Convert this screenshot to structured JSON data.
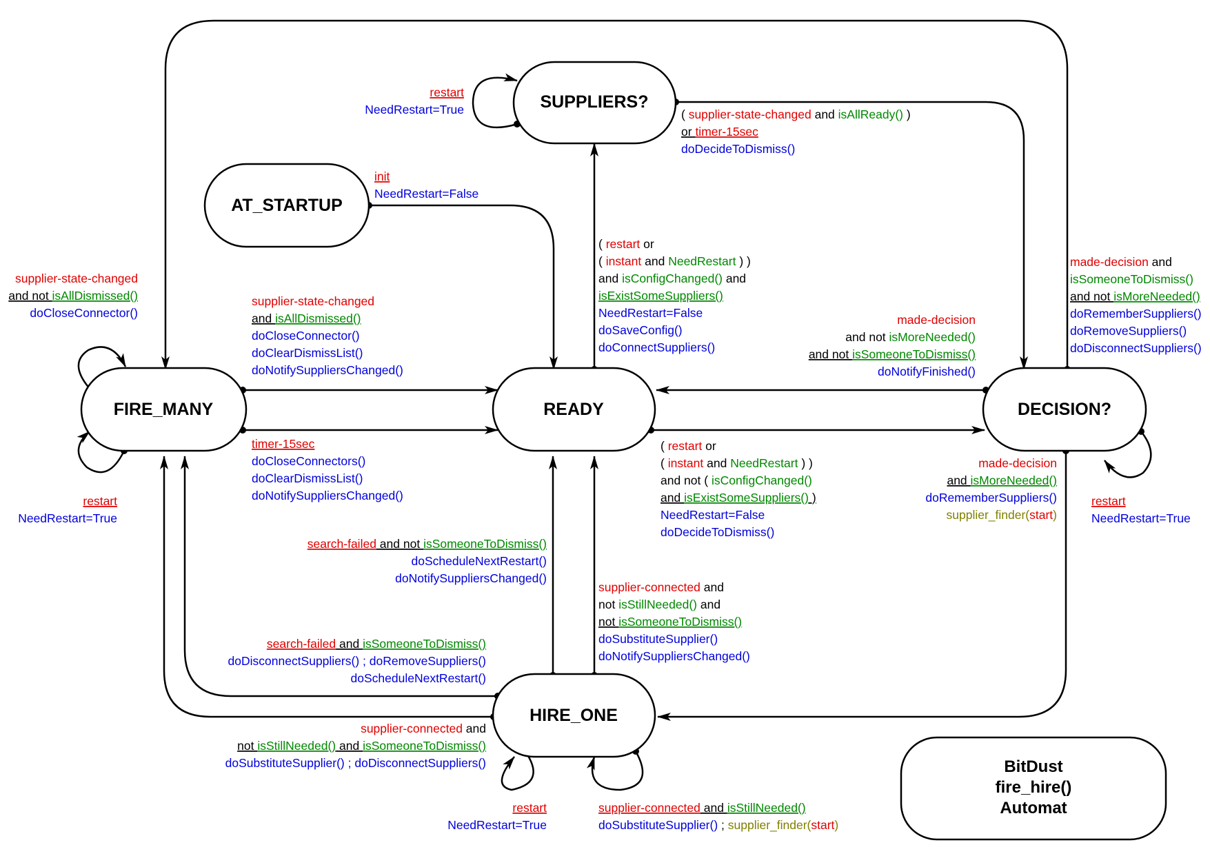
{
  "colors": {
    "event": "#e00000",
    "condition": "#008800",
    "action": "#0000dd",
    "plain": "#000000",
    "other": "#808000"
  },
  "states": {
    "suppliers": "SUPPLIERS?",
    "at_startup": "AT_STARTUP",
    "fire_many": "FIRE_MANY",
    "ready": "READY",
    "decision": "DECISION?",
    "hire_one": "HIRE_ONE"
  },
  "title_box": [
    "BitDust",
    "fire_hire()",
    "Automat"
  ],
  "labels": [
    {
      "id": "suppliers-self-loop",
      "align": "end",
      "lines": [
        [
          {
            "t": "restart",
            "c": "event",
            "u": true
          }
        ],
        [
          {
            "t": "NeedRestart=True",
            "c": "action"
          }
        ]
      ]
    },
    {
      "id": "suppliers-to-decision",
      "align": "start",
      "lines": [
        [
          {
            "t": "( ",
            "c": "plain"
          },
          {
            "t": "supplier-state-changed",
            "c": "event"
          },
          {
            "t": " and ",
            "c": "plain"
          },
          {
            "t": "isAllReady()",
            "c": "condition"
          },
          {
            "t": " )",
            "c": "plain"
          }
        ],
        [
          {
            "t": "or ",
            "c": "plain",
            "u": true
          },
          {
            "t": "timer-15sec",
            "c": "event",
            "u": true
          }
        ],
        [
          {
            "t": "doDecideToDismiss()",
            "c": "action"
          }
        ]
      ]
    },
    {
      "id": "startup-to-ready",
      "align": "start",
      "lines": [
        [
          {
            "t": "init",
            "c": "event",
            "u": true
          }
        ],
        [
          {
            "t": "NeedRestart=False",
            "c": "action"
          }
        ]
      ]
    },
    {
      "id": "ready-to-suppliers",
      "align": "start",
      "lines": [
        [
          {
            "t": "( ",
            "c": "plain"
          },
          {
            "t": "restart",
            "c": "event"
          },
          {
            "t": " or",
            "c": "plain"
          }
        ],
        [
          {
            "t": "( ",
            "c": "plain"
          },
          {
            "t": "instant",
            "c": "event"
          },
          {
            "t": " and ",
            "c": "plain"
          },
          {
            "t": "NeedRestart",
            "c": "condition"
          },
          {
            "t": " ) )",
            "c": "plain"
          }
        ],
        [
          {
            "t": "and ",
            "c": "plain"
          },
          {
            "t": "isConfigChanged()",
            "c": "condition"
          },
          {
            "t": " and",
            "c": "plain"
          }
        ],
        [
          {
            "t": "isExistSomeSuppliers()",
            "c": "condition",
            "u": true
          }
        ],
        [
          {
            "t": "NeedRestart=False",
            "c": "action"
          }
        ],
        [
          {
            "t": "doSaveConfig()",
            "c": "action"
          }
        ],
        [
          {
            "t": "doConnectSuppliers()",
            "c": "action"
          }
        ]
      ]
    },
    {
      "id": "fire-many-self-loop-top",
      "align": "end",
      "lines": [
        [
          {
            "t": "supplier-state-changed",
            "c": "event"
          }
        ],
        [
          {
            "t": "and not ",
            "c": "plain",
            "u": true
          },
          {
            "t": "isAllDismissed()",
            "c": "condition",
            "u": true
          }
        ],
        [
          {
            "t": "doCloseConnector()",
            "c": "action"
          }
        ]
      ]
    },
    {
      "id": "fire-many-to-ready-top",
      "align": "start",
      "lines": [
        [
          {
            "t": "supplier-state-changed",
            "c": "event"
          }
        ],
        [
          {
            "t": "and ",
            "c": "plain",
            "u": true
          },
          {
            "t": "isAllDismissed()",
            "c": "condition",
            "u": true
          }
        ],
        [
          {
            "t": "doCloseConnector()",
            "c": "action"
          }
        ],
        [
          {
            "t": "doClearDismissList()",
            "c": "action"
          }
        ],
        [
          {
            "t": "doNotifySuppliersChanged()",
            "c": "action"
          }
        ]
      ]
    },
    {
      "id": "fire-many-to-ready-bottom",
      "align": "start",
      "lines": [
        [
          {
            "t": "timer-15sec",
            "c": "event",
            "u": true
          }
        ],
        [
          {
            "t": "doCloseConnectors()",
            "c": "action"
          }
        ],
        [
          {
            "t": "doClearDismissList()",
            "c": "action"
          }
        ],
        [
          {
            "t": "doNotifySuppliersChanged()",
            "c": "action"
          }
        ]
      ]
    },
    {
      "id": "fire-many-self-loop-bottom",
      "align": "end",
      "lines": [
        [
          {
            "t": "restart",
            "c": "event",
            "u": true
          }
        ],
        [
          {
            "t": "NeedRestart=True",
            "c": "action"
          }
        ]
      ]
    },
    {
      "id": "decision-to-ready",
      "align": "end",
      "lines": [
        [
          {
            "t": "made-decision",
            "c": "event"
          }
        ],
        [
          {
            "t": "and not ",
            "c": "plain"
          },
          {
            "t": "isMoreNeeded()",
            "c": "condition"
          }
        ],
        [
          {
            "t": "and not ",
            "c": "plain",
            "u": true
          },
          {
            "t": "isSomeoneToDismiss()",
            "c": "condition",
            "u": true
          }
        ],
        [
          {
            "t": "doNotifyFinished()",
            "c": "action"
          }
        ]
      ]
    },
    {
      "id": "decision-to-fire-many",
      "align": "start",
      "lines": [
        [
          {
            "t": "made-decision",
            "c": "event"
          },
          {
            "t": " and",
            "c": "plain"
          }
        ],
        [
          {
            "t": "isSomeoneToDismiss()",
            "c": "condition"
          }
        ],
        [
          {
            "t": "and not ",
            "c": "plain",
            "u": true
          },
          {
            "t": "isMoreNeeded()",
            "c": "condition",
            "u": true
          }
        ],
        [
          {
            "t": "doRememberSuppliers()",
            "c": "action"
          }
        ],
        [
          {
            "t": "doRemoveSuppliers()",
            "c": "action"
          }
        ],
        [
          {
            "t": "doDisconnectSuppliers()",
            "c": "action"
          }
        ]
      ]
    },
    {
      "id": "ready-to-decision",
      "align": "start",
      "lines": [
        [
          {
            "t": "( ",
            "c": "plain"
          },
          {
            "t": "restart",
            "c": "event"
          },
          {
            "t": " or",
            "c": "plain"
          }
        ],
        [
          {
            "t": "( ",
            "c": "plain"
          },
          {
            "t": "instant",
            "c": "event"
          },
          {
            "t": " and ",
            "c": "plain"
          },
          {
            "t": "NeedRestart",
            "c": "condition"
          },
          {
            "t": " ) )",
            "c": "plain"
          }
        ],
        [
          {
            "t": "and not ( ",
            "c": "plain"
          },
          {
            "t": "isConfigChanged()",
            "c": "condition"
          }
        ],
        [
          {
            "t": "and ",
            "c": "plain",
            "u": true
          },
          {
            "t": "isExistSomeSuppliers()",
            "c": "condition",
            "u": true
          },
          {
            "t": " )",
            "c": "plain",
            "u": true
          }
        ],
        [
          {
            "t": "NeedRestart=False",
            "c": "action"
          }
        ],
        [
          {
            "t": "doDecideToDismiss()",
            "c": "action"
          }
        ]
      ]
    },
    {
      "id": "decision-to-hire-one",
      "align": "end",
      "lines": [
        [
          {
            "t": "made-decision",
            "c": "event"
          }
        ],
        [
          {
            "t": "and ",
            "c": "plain",
            "u": true
          },
          {
            "t": "isMoreNeeded()",
            "c": "condition",
            "u": true
          }
        ],
        [
          {
            "t": "doRememberSuppliers()",
            "c": "action"
          }
        ],
        [
          {
            "t": "supplier_finder(",
            "c": "other"
          },
          {
            "t": "start",
            "c": "event"
          },
          {
            "t": ")",
            "c": "other"
          }
        ]
      ]
    },
    {
      "id": "decision-self-loop",
      "align": "start",
      "lines": [
        [
          {
            "t": "restart",
            "c": "event",
            "u": true
          }
        ],
        [
          {
            "t": "NeedRestart=True",
            "c": "action"
          }
        ]
      ]
    },
    {
      "id": "hire-one-to-ready-left",
      "align": "end",
      "lines": [
        [
          {
            "t": "search-failed",
            "c": "event",
            "u": true
          },
          {
            "t": " and not ",
            "c": "plain",
            "u": true
          },
          {
            "t": "isSomeoneToDismiss()",
            "c": "condition",
            "u": true
          }
        ],
        [
          {
            "t": "doScheduleNextRestart()",
            "c": "action"
          }
        ],
        [
          {
            "t": "doNotifySuppliersChanged()",
            "c": "action"
          }
        ]
      ]
    },
    {
      "id": "hire-one-to-ready-right",
      "align": "start",
      "lines": [
        [
          {
            "t": "supplier-connected",
            "c": "event"
          },
          {
            "t": " and",
            "c": "plain"
          }
        ],
        [
          {
            "t": "not ",
            "c": "plain"
          },
          {
            "t": "isStillNeeded()",
            "c": "condition"
          },
          {
            "t": " and",
            "c": "plain"
          }
        ],
        [
          {
            "t": "not ",
            "c": "plain",
            "u": true
          },
          {
            "t": "isSomeoneToDismiss()",
            "c": "condition",
            "u": true
          }
        ],
        [
          {
            "t": "doSubstituteSupplier()",
            "c": "action"
          }
        ],
        [
          {
            "t": "doNotifySuppliersChanged()",
            "c": "action"
          }
        ]
      ]
    },
    {
      "id": "hire-one-to-fire-many-upper",
      "align": "end",
      "lines": [
        [
          {
            "t": "search-failed",
            "c": "event",
            "u": true
          },
          {
            "t": " and ",
            "c": "plain",
            "u": true
          },
          {
            "t": "isSomeoneToDismiss()",
            "c": "condition",
            "u": true
          }
        ],
        [
          {
            "t": "doDisconnectSuppliers() ; doRemoveSuppliers()",
            "c": "action"
          }
        ],
        [
          {
            "t": "doScheduleNextRestart()",
            "c": "action"
          }
        ]
      ]
    },
    {
      "id": "hire-one-to-fire-many-lower",
      "align": "end",
      "lines": [
        [
          {
            "t": "supplier-connected",
            "c": "event"
          },
          {
            "t": " and",
            "c": "plain"
          }
        ],
        [
          {
            "t": "not ",
            "c": "plain",
            "u": true
          },
          {
            "t": "isStillNeeded()",
            "c": "condition",
            "u": true
          },
          {
            "t": " and ",
            "c": "plain",
            "u": true
          },
          {
            "t": "isSomeoneToDismiss()",
            "c": "condition",
            "u": true
          }
        ],
        [
          {
            "t": "doSubstituteSupplier() ; doDisconnectSuppliers()",
            "c": "action"
          }
        ]
      ]
    },
    {
      "id": "hire-one-self-loop-left",
      "align": "end",
      "lines": [
        [
          {
            "t": "restart",
            "c": "event",
            "u": true
          }
        ],
        [
          {
            "t": "NeedRestart=True",
            "c": "action"
          }
        ]
      ]
    },
    {
      "id": "hire-one-self-loop-right",
      "align": "start",
      "lines": [
        [
          {
            "t": "supplier-connected",
            "c": "event",
            "u": true
          },
          {
            "t": " and ",
            "c": "plain",
            "u": true
          },
          {
            "t": "isStillNeeded()",
            "c": "condition",
            "u": true
          }
        ],
        [
          {
            "t": "doSubstituteSupplier()",
            "c": "action"
          },
          {
            "t": " ; ",
            "c": "plain"
          },
          {
            "t": "supplier_finder(",
            "c": "other"
          },
          {
            "t": "start",
            "c": "event"
          },
          {
            "t": ")",
            "c": "other"
          }
        ]
      ]
    }
  ]
}
